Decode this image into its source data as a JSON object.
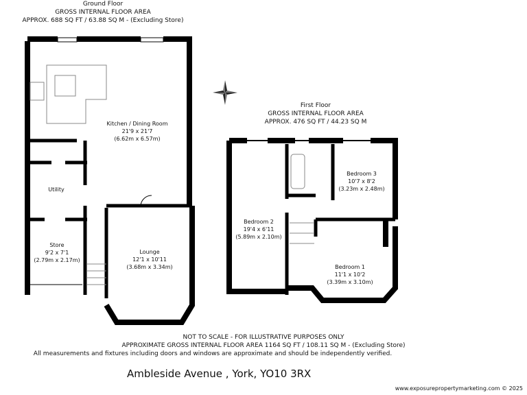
{
  "ground_floor": {
    "title": "Ground Floor",
    "subtitle": "GROSS INTERNAL FLOOR AREA",
    "area": "APPROX. 688 SQ FT / 63.88 SQ M - (Excluding Store)",
    "rooms": [
      {
        "name": "Kitchen / Dining Room",
        "imperial": "21'9 x 21'7",
        "metric": "(6.62m x 6.57m)"
      },
      {
        "name": "Utility"
      },
      {
        "name": "Store",
        "imperial": "9'2 x 7'1",
        "metric": "(2.79m x 2.17m)"
      },
      {
        "name": "Lounge",
        "imperial": "12'1 x 10'11",
        "metric": "(3.68m x 3.34m)"
      }
    ]
  },
  "first_floor": {
    "title": "First Floor",
    "subtitle": "GROSS INTERNAL FLOOR AREA",
    "area": "APPROX. 476 SQ FT / 44.23 SQ M",
    "rooms": [
      {
        "name": "Bedroom 3",
        "imperial": "10'7 x 8'2",
        "metric": "(3.23m x 2.48m)"
      },
      {
        "name": "Bedroom 2",
        "imperial": "19'4 x 6'11",
        "metric": "(5.89m x 2.10m)"
      },
      {
        "name": "Bedroom 1",
        "imperial": "11'1 x 10'2",
        "metric": "(3.39m x 3.10m)"
      }
    ]
  },
  "footer": {
    "disclaimer": "NOT TO SCALE - FOR ILLUSTRATIVE PURPOSES ONLY",
    "total_area": "APPROXIMATE GROSS INTERNAL FLOOR AREA 1164 SQ FT / 108.11 SQ M - (Excluding Store)",
    "note": "All measurements and fixtures including doors and windows are approximate and should be independently verified.",
    "address": "Ambleside Avenue , York, YO10 3RX",
    "credit": "www.exposurepropertymarketing.com © 2025"
  },
  "compass_icon": "compass-rose"
}
